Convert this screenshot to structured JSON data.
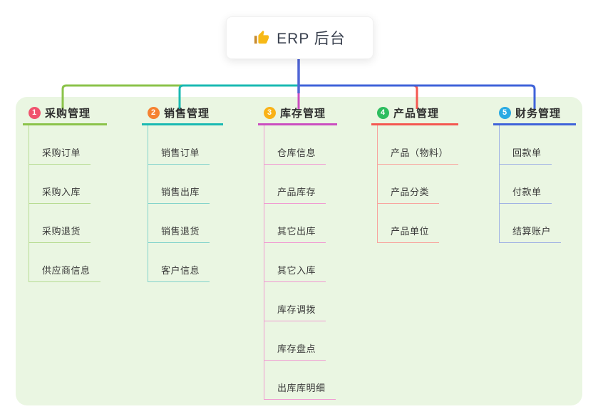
{
  "root": {
    "label": "ERP 后台",
    "icon": "thumbs-up"
  },
  "colors": {
    "canvas": "#ffffff",
    "panel": "#eaf6e2",
    "stem": "#5166d6",
    "root_text": "#39404e",
    "title_text": "#2e2e2e",
    "child_text": "#3a3a3a",
    "thumb_gold": "#f7b917",
    "thumb_sleeve": "#c98b2e"
  },
  "branches": [
    {
      "index": "1",
      "label": "采购管理",
      "badge_color": "#f0536e",
      "line_color": "#8bc34a",
      "child_line_color": "#b7dc92",
      "children": [
        "采购订单",
        "采购入库",
        "采购退货",
        "供应商信息"
      ]
    },
    {
      "index": "2",
      "label": "销售管理",
      "badge_color": "#f58231",
      "line_color": "#1ab9b2",
      "child_line_color": "#82d3cb",
      "children": [
        "销售订单",
        "销售出库",
        "销售退货",
        "客户信息"
      ]
    },
    {
      "index": "3",
      "label": "库存管理",
      "badge_color": "#f9b217",
      "line_color": "#cb4ec0",
      "child_line_color": "#f09ad2",
      "children": [
        "仓库信息",
        "产品库存",
        "其它出库",
        "其它入库",
        "库存调拨",
        "库存盘点",
        "出库库明细"
      ]
    },
    {
      "index": "4",
      "label": "产品管理",
      "badge_color": "#2dbd5f",
      "line_color": "#f45750",
      "child_line_color": "#f8a49e",
      "children": [
        "产品（物料）",
        "产品分类",
        "产品单位"
      ]
    },
    {
      "index": "5",
      "label": "财务管理",
      "badge_color": "#29aae3",
      "line_color": "#3f63d9",
      "child_line_color": "#a0b2e4",
      "children": [
        "回款单",
        "付款单",
        "结算账户"
      ]
    }
  ]
}
